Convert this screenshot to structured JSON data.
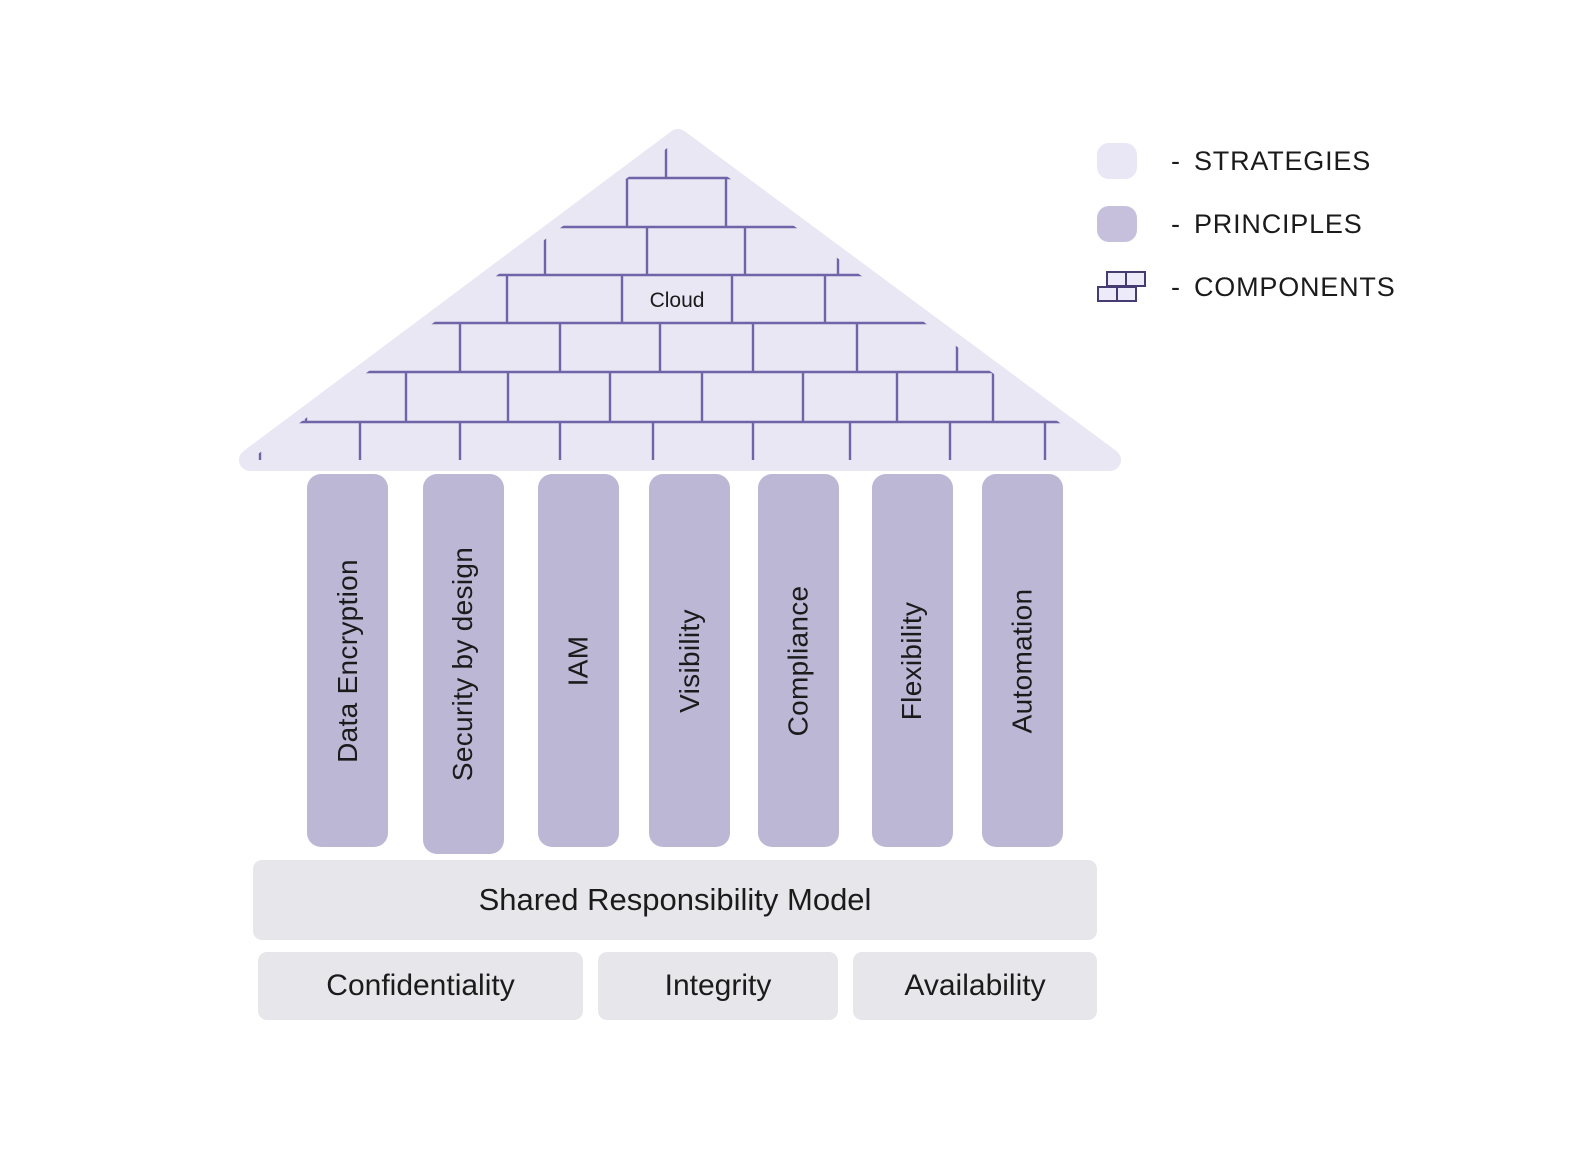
{
  "roof": {
    "label": "Cloud"
  },
  "pillars": [
    "Data Encryption",
    "Security by design",
    "IAM",
    "Visibility",
    "Compliance",
    "Flexibility",
    "Automation"
  ],
  "base": {
    "title": "Shared Responsibility Model",
    "foundations": [
      "Confidentiality",
      "Integrity",
      "Availability"
    ]
  },
  "legend": {
    "dash": "-",
    "items": [
      {
        "id": "strategies",
        "label": "STRATEGIES",
        "swatch": "square",
        "color": "#e9e6f5"
      },
      {
        "id": "principles",
        "label": "PRINCIPLES",
        "swatch": "square",
        "color": "#c7c0dc"
      },
      {
        "id": "components",
        "label": "COMPONENTS",
        "swatch": "bricks"
      }
    ]
  },
  "colors": {
    "roof_fill": "#e9e7f4",
    "mortar": "#6e64a7",
    "pillar": "#bdb7d6",
    "block": "#e7e6eb",
    "text": "#1b1b1b",
    "brick_border": "#473c72",
    "brick_fill": "#edebfa"
  }
}
